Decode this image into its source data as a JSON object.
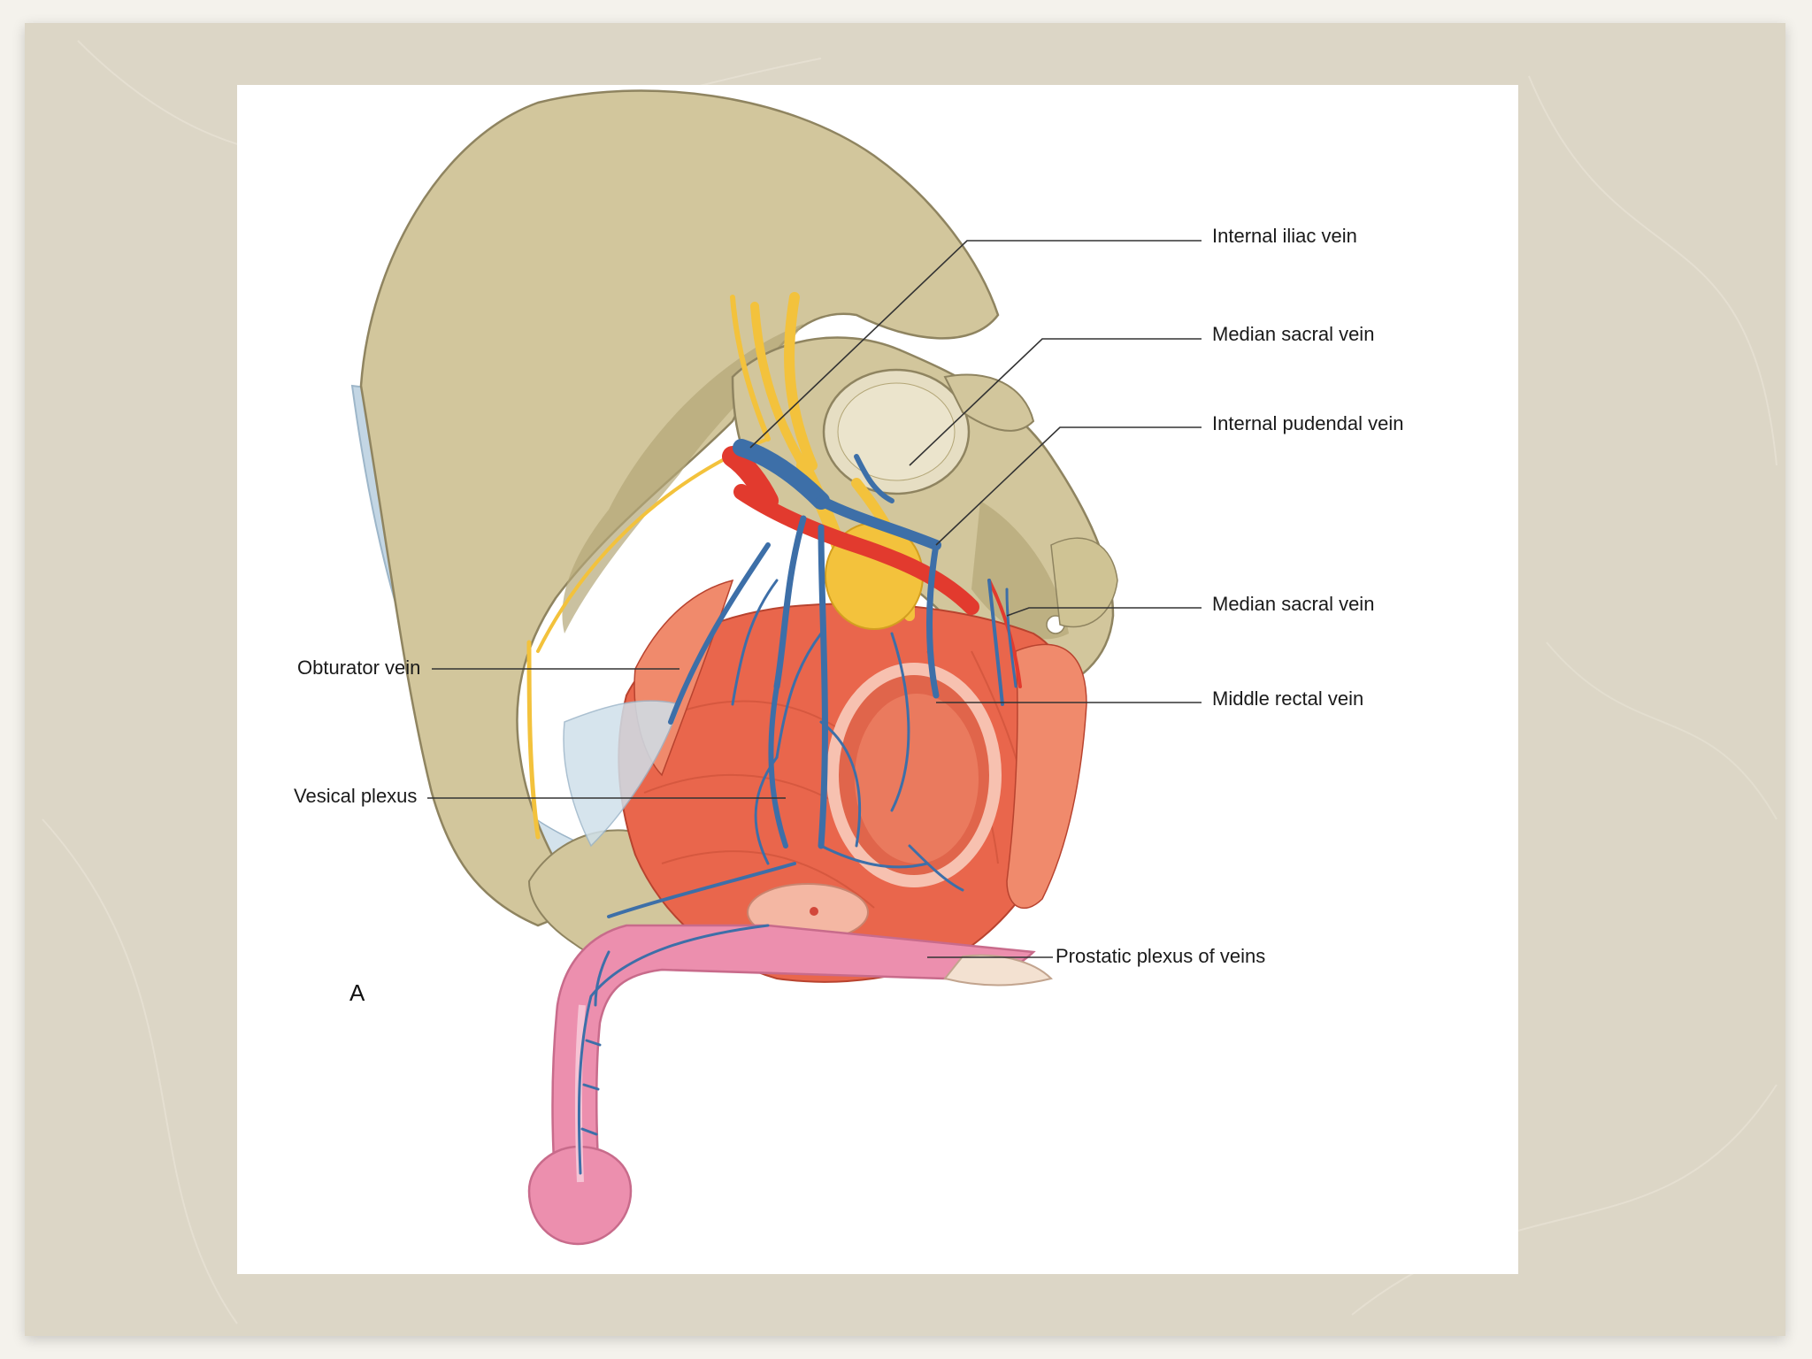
{
  "figure": {
    "panel_letter": "A",
    "labels": {
      "internal_iliac_vein": "Internal iliac vein",
      "median_sacral_vein_upper": "Median sacral vein",
      "internal_pudendal_vein": "Internal pudendal vein",
      "median_sacral_vein_lower": "Median sacral vein",
      "middle_rectal_vein": "Middle rectal vein",
      "obturator_vein": "Obturator vein",
      "vesical_plexus": "Vesical plexus",
      "prostatic_plexus": "Prostatic plexus of veins"
    }
  },
  "colors": {
    "frame": "#dcd6c6",
    "bone": "#d2c69c",
    "bone_shadow": "#b3a677",
    "muscle": "#e9664c",
    "muscle_light": "#f08a6c",
    "vein": "#3d6fa8",
    "artery": "#e23a2e",
    "nerve": "#f3c23c",
    "penis": "#ec8fae",
    "ligament": "#c3d6e4"
  }
}
